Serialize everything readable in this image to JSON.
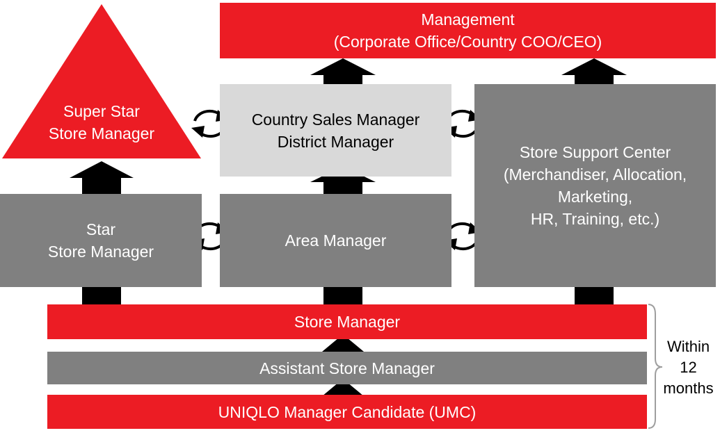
{
  "boxes": {
    "management": [
      "Management",
      "(Corporate Office/Country COO/CEO)"
    ],
    "super_star": [
      "Super Star",
      "Store Manager"
    ],
    "country_sales": [
      "Country Sales Manager",
      "District Manager"
    ],
    "star": [
      "Star",
      "Store Manager"
    ],
    "area": [
      "Area Manager"
    ],
    "support": [
      "Store Support Center",
      "(Merchandiser, Allocation,",
      "Marketing,",
      "HR, Training, etc.)"
    ],
    "store_manager": [
      "Store Manager"
    ],
    "assistant": [
      "Assistant Store Manager"
    ],
    "umc": [
      "UNIQLO Manager Candidate (UMC)"
    ]
  },
  "timeline": [
    "Within",
    "12",
    "months"
  ],
  "colors": {
    "red": "#ec1c24",
    "grey": "#808080",
    "light_grey": "#d9d9d9",
    "arrow": "#000000"
  },
  "icons": {
    "up_arrow": "up-arrow-icon",
    "cycle": "cycle-arrows-icon",
    "triangle": "triangle-up-icon",
    "brace": "right-brace-icon"
  }
}
